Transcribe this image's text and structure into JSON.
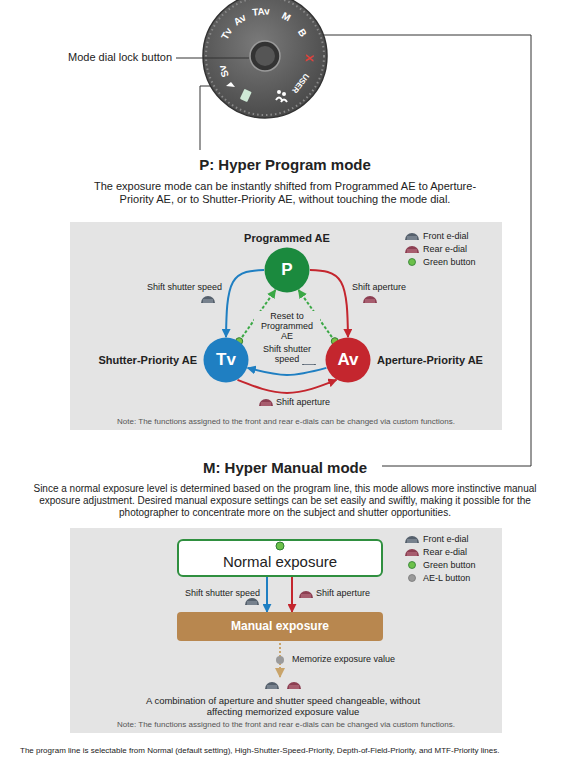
{
  "diagram": {
    "nodes": [
      {
        "text": [
          "Note: The functions assigned to the front and rear e-dials can be changed via custom functions."
        ]
      },
      {
        "text": [
          "P",
          "Programmed AE"
        ],
        "in": 0
      },
      {
        "text": [
          "Tv",
          "Shutter-Priority AE"
        ],
        "in": 0
      },
      {
        "text": [
          "Av",
          "Aperture-Priority AE"
        ],
        "in": 0
      },
      {
        "text": [
          "Note: The functions assigned to the front and rear e-dials can be changed via custom functions."
        ]
      },
      {
        "text": [
          "Normal exposure"
        ],
        "in": 4
      },
      {
        "text": [
          "Manual exposure"
        ],
        "in": 4
      }
    ],
    "edges": [
      {
        "from": 1,
        "to": 2,
        "arrow": "to",
        "label": "Shift shutter speed"
      },
      {
        "from": 1,
        "to": 3,
        "arrow": "to",
        "label": "Shift aperture"
      },
      {
        "from": 2,
        "to": 1,
        "arrow": "to",
        "label": "Reset to Programmed AE"
      },
      {
        "from": 3,
        "to": 1,
        "arrow": "to"
      },
      {
        "from": 3,
        "to": 2,
        "arrow": "to",
        "label": "Shift shutter speed"
      },
      {
        "from": 2,
        "to": 3,
        "arrow": "to",
        "label": "Shift aperture"
      },
      {
        "from": 5,
        "to": 6,
        "arrow": "to",
        "label": "Shift shutter speed"
      },
      {
        "from": 5,
        "to": 6,
        "arrow": "to",
        "label": "Shift aperture"
      }
    ],
    "labels": [
      "Mode dial lock button",
      "Tv",
      "Av",
      "TAv",
      "M",
      "B",
      "X",
      "USER",
      "Sv",
      "P: Hyper Program mode",
      "The exposure mode can be instantly shifted from Programmed AE to Aperture-Priority AE, or to Shutter-Priority AE, without touching the mode dial.",
      "M: Hyper Manual mode",
      "Since a normal exposure level is determined based on the program line, this mode allows more instinctive manual exposure adjustment. Desired manual exposure settings can be set easily and swiftly, making it possible for the photographer to concentrate more on the subject and shutter opportunities.",
      "Memorize exposure value",
      "A combination of aperture and shutter speed changeable, without affecting memorized exposure value",
      "The program line is selectable from Normal (default setting), High-Shutter-Speed-Priority, Depth-of-Field-Priority, and MTF-Priority lines."
    ],
    "legend": [
      {
        "text": "Front e-dial"
      },
      {
        "text": "Rear e-dial"
      },
      {
        "text": "Green button",
        "color": "#6cc04a"
      },
      {
        "text": "Front e-dial"
      },
      {
        "text": "Rear e-dial"
      },
      {
        "text": "Green button",
        "color": "#6cc04a"
      },
      {
        "text": "AE-L button",
        "color": "#9a9a9a"
      }
    ]
  }
}
